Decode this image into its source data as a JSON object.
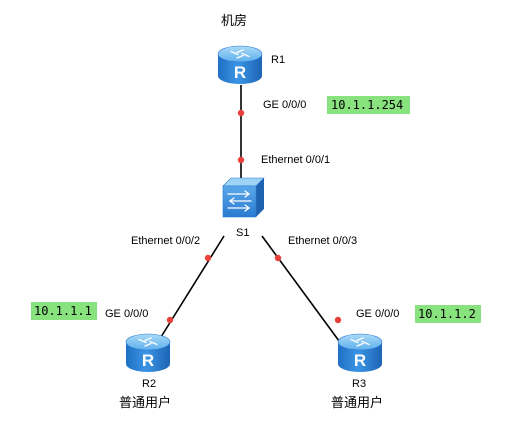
{
  "colors": {
    "link": "#000000",
    "port_dot": "#e8403a",
    "ip_highlight": "#88e37f",
    "device_body": "#2f86d9",
    "device_top": "#7fc3f2"
  },
  "devices": {
    "r1": {
      "name": "R1",
      "role": "机房",
      "icon": "router-icon"
    },
    "s1": {
      "name": "S1",
      "icon": "switch-icon"
    },
    "r2": {
      "name": "R2",
      "role": "普通用户",
      "icon": "router-icon"
    },
    "r3": {
      "name": "R3",
      "role": "普通用户",
      "icon": "router-icon"
    }
  },
  "ports": {
    "r1_ge": "GE 0/0/0",
    "s1_e1": "Ethernet 0/0/1",
    "s1_e2": "Ethernet 0/0/2",
    "s1_e3": "Ethernet 0/0/3",
    "r2_ge": "GE 0/0/0",
    "r3_ge": "GE 0/0/0"
  },
  "ips": {
    "r1": "10.1.1.254",
    "r2": "10.1.1.1",
    "r3": "10.1.1.2"
  }
}
